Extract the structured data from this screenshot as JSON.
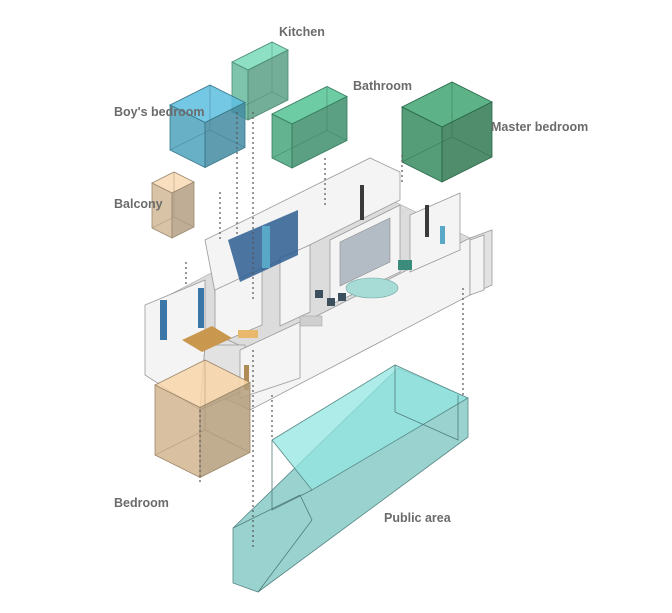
{
  "rooms": [
    {
      "label": "Kitchen",
      "color": "#6cc3a4"
    },
    {
      "label": "Bathroom",
      "color": "#4cae84"
    },
    {
      "label": "Boy's bedroom",
      "color": "#52aac6"
    },
    {
      "label": "Master bedroom",
      "color": "#3a9366"
    },
    {
      "label": "Balcony",
      "color": "#ddc2a0"
    },
    {
      "label": "Bedroom",
      "color": "#ddbf96"
    },
    {
      "label": "Public area",
      "color": "#86d1cd"
    }
  ]
}
